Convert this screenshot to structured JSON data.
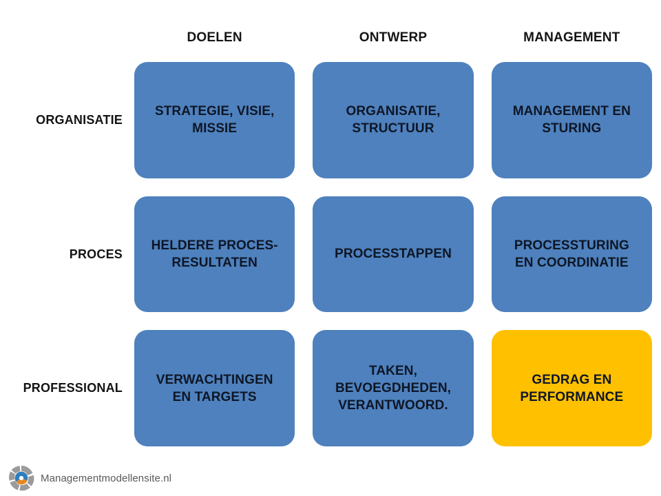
{
  "matrix": {
    "column_headers": [
      "DOELEN",
      "ONTWERP",
      "MANAGEMENT"
    ],
    "row_labels": [
      "ORGANISATIE",
      "PROCES",
      "PROFESSIONAL"
    ],
    "colors": {
      "cell_blue": "#4E81BD",
      "cell_highlight_yellow": "#FFC000",
      "cell_text": "#0E1626",
      "label_text": "#141414",
      "background": "#FFFFFF"
    },
    "cells": [
      {
        "row": "ORGANISATIE",
        "column": "DOELEN",
        "text": "STRATEGIE, VISIE,\nMISSIE",
        "highlighted": false
      },
      {
        "row": "ORGANISATIE",
        "column": "ONTWERP",
        "text": "ORGANISATIE,\nSTRUCTUUR",
        "highlighted": false
      },
      {
        "row": "ORGANISATIE",
        "column": "MANAGEMENT",
        "text": "MANAGEMENT EN\nSTURING",
        "highlighted": false
      },
      {
        "row": "PROCES",
        "column": "DOELEN",
        "text": "HELDERE PROCES-\nRESULTATEN",
        "highlighted": false
      },
      {
        "row": "PROCES",
        "column": "ONTWERP",
        "text": "PROCESSTAPPEN",
        "highlighted": false
      },
      {
        "row": "PROCES",
        "column": "MANAGEMENT",
        "text": "PROCESSTURING\nEN COORDINATIE",
        "highlighted": false
      },
      {
        "row": "PROFESSIONAL",
        "column": "DOELEN",
        "text": "VERWACHTINGEN\nEN TARGETS",
        "highlighted": false
      },
      {
        "row": "PROFESSIONAL",
        "column": "ONTWERP",
        "text": "TAKEN,\nBEVOEGDHEDEN,\nVERANTWOORD.",
        "highlighted": false
      },
      {
        "row": "PROFESSIONAL",
        "column": "MANAGEMENT",
        "text": "GEDRAG EN\nPERFORMANCE",
        "highlighted": true
      }
    ]
  },
  "footer": {
    "logo_icon": "managementmodellensite-logo-icon",
    "brand_text": "Managementmodellensite.nl",
    "logo_colors": {
      "ring": "#9B9B9B",
      "inner_blue": "#2E7DBD",
      "inner_orange": "#E8871E",
      "inner_white": "#FFFFFF"
    }
  }
}
